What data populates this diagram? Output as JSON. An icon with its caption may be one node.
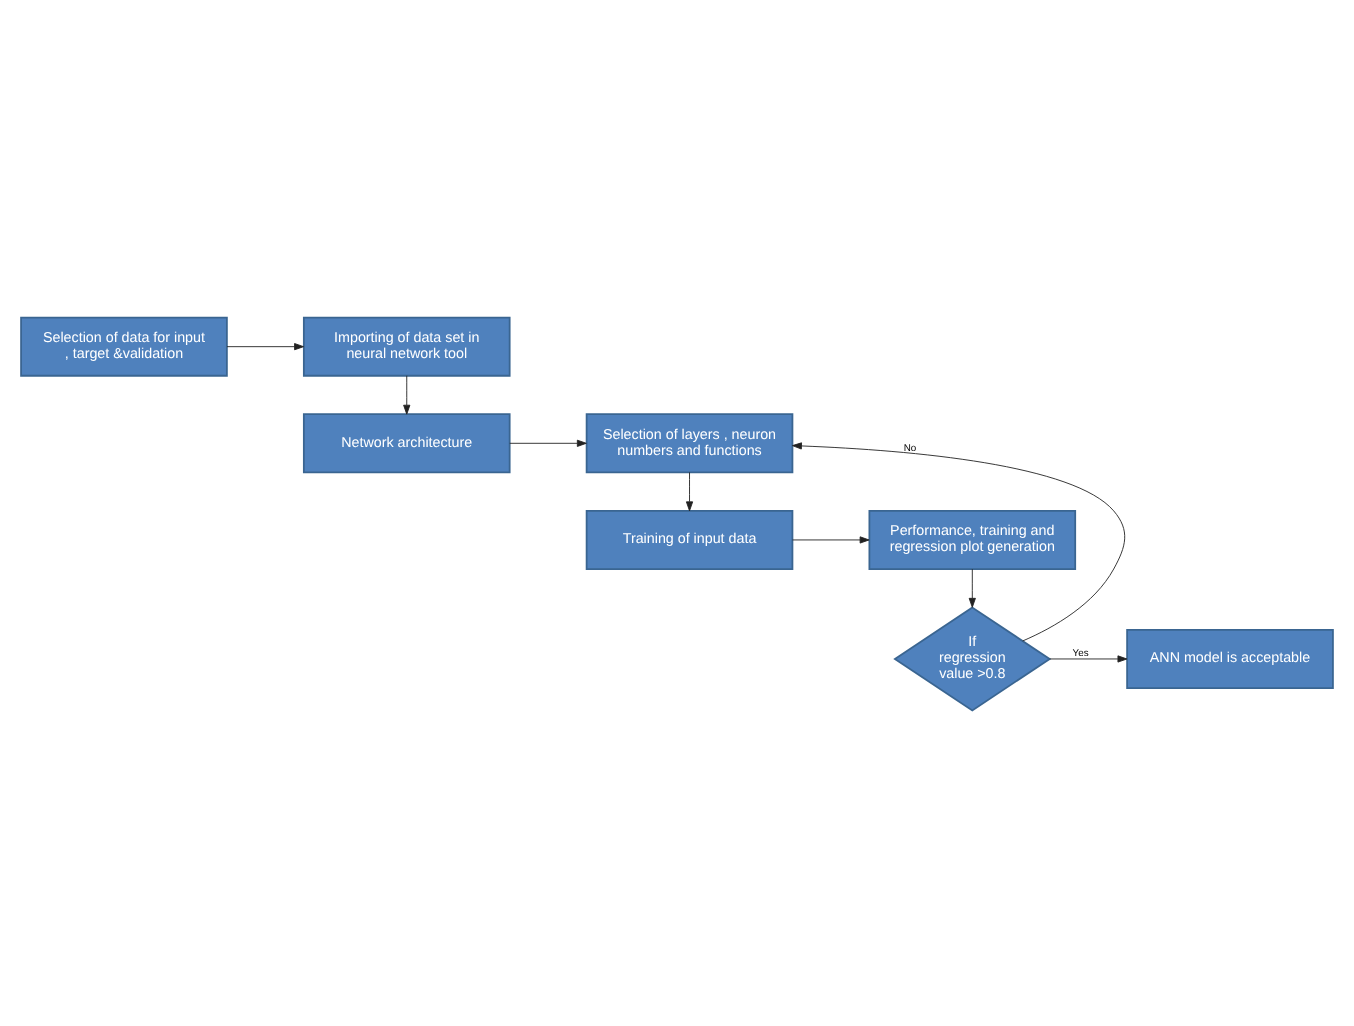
{
  "diagram": {
    "nodes": [
      {
        "text": [
          "Selection of data for input , target &validation"
        ]
      },
      {
        "text": [
          "Importing of data set in neural network tool"
        ]
      },
      {
        "text": [
          "Network architecture"
        ]
      },
      {
        "text": [
          "Selection of layers , neuron numbers and functions"
        ]
      },
      {
        "text": [
          "Training of input data"
        ]
      },
      {
        "text": [
          "Performance, training and regression plot generation"
        ]
      },
      {
        "text": [
          "If regression value >0.8"
        ]
      },
      {
        "text": [
          "ANN model is acceptable"
        ]
      }
    ],
    "edges": [
      {
        "from": 0,
        "to": 1,
        "arrow": "to"
      },
      {
        "from": 1,
        "to": 2,
        "arrow": "to"
      },
      {
        "from": 2,
        "to": 3,
        "arrow": "to"
      },
      {
        "from": 3,
        "to": 4,
        "arrow": "to"
      },
      {
        "from": 4,
        "to": 5,
        "arrow": "to"
      },
      {
        "from": 5,
        "to": 6,
        "arrow": "to"
      },
      {
        "from": 6,
        "to": 3,
        "arrow": "to",
        "label": "No"
      },
      {
        "from": 6,
        "to": 7,
        "arrow": "to",
        "label": "Yes"
      }
    ]
  }
}
